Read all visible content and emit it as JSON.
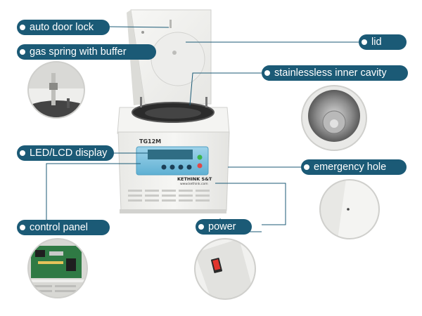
{
  "labels": {
    "auto_door_lock": "auto door lock",
    "lid": "lid",
    "gas_spring": "gas spring with buffer",
    "inner_cavity": "stainlessless inner cavity",
    "display": "LED/LCD display",
    "emergency_hole": "emergency hole",
    "control_panel": "control panel",
    "power": "power"
  },
  "device": {
    "model": "TG12M",
    "brand": "KETHINK S&T",
    "website": "www.kethink.com"
  },
  "colors": {
    "label_bg": "#1b5a76",
    "leader_line": "#1b5a76",
    "panel_blue": "#7fc3df",
    "body": "#f3f3f1"
  }
}
